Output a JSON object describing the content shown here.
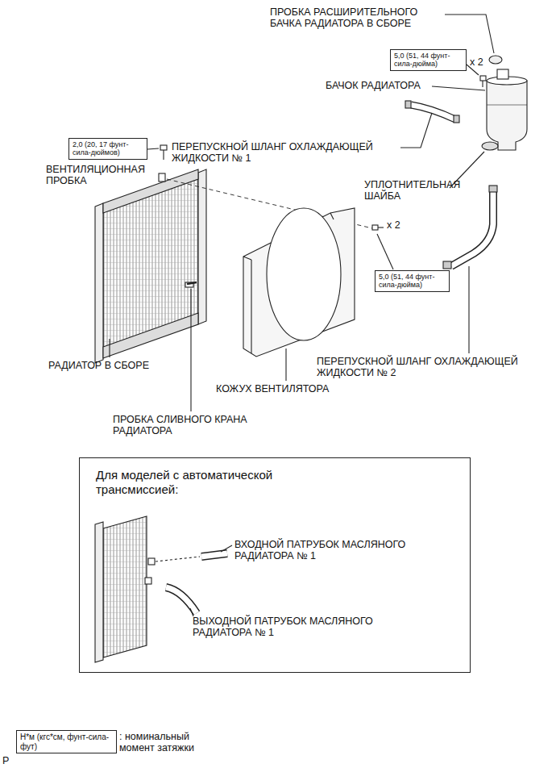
{
  "diagram": {
    "nodes": [
      {
        "text": [
          "5,0 (51, 44 фунт-сила-дюйма)"
        ]
      },
      {
        "text": [
          "2,0 (20, 17 фунт-сила-дюймов)"
        ]
      },
      {
        "text": [
          "5,0 (51, 44 фунт-сила-дюйма)"
        ]
      },
      {
        "text": [
          "Для моделей с автоматической трансмиссией:",
          "ВХОДНОЙ ПАТРУБОК МАСЛЯНОГО РАДИАТОРА № 1",
          "ВЫХОДНОЙ ПАТРУБОК МАСЛЯНОГО РАДИАТОРА № 1"
        ]
      },
      {
        "text": [
          "Н*м (кгс*см, фунт-сила-фут)"
        ]
      }
    ],
    "labels": [
      "ПРОБКА РАСШИРИТЕЛЬНОГО БАЧКА РАДИАТОРА В СБОРЕ",
      "x 2",
      "БАЧОК РАДИАТОРА",
      "ПЕРЕПУСКНОЙ ШЛАНГ ОХЛАЖДАЮЩЕЙ ЖИДКОСТИ № 1",
      "ВЕНТИЛЯЦИОННАЯ ПРОБКА",
      "УПЛОТНИТЕЛЬНАЯ ШАЙБА",
      "x 2",
      "РАДИАТОР В СБОРЕ",
      "ПЕРЕПУСКНОЙ ШЛАНГ ОХЛАЖДАЮЩЕЙ ЖИДКОСТИ № 2",
      "КОЖУХ ВЕНТИЛЯТОРА",
      "ПРОБКА СЛИВНОГО КРАНА РАДИАТОРА",
      ": номинальный момент затяжки",
      "P"
    ]
  }
}
